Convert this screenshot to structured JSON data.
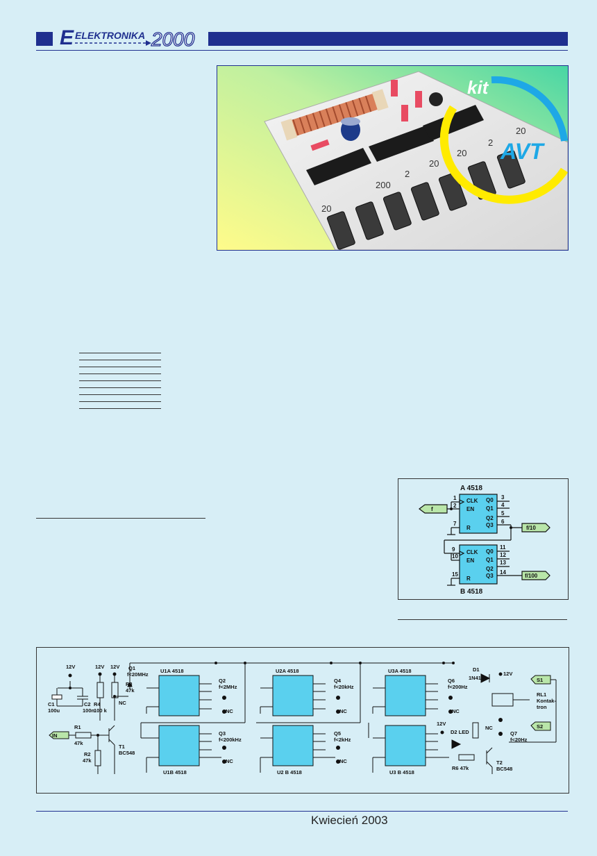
{
  "header": {
    "logo_text": "ELEKTRONIKA",
    "logo_year": "2000"
  },
  "photo": {
    "badge_kit": "kit",
    "badge_avt": "AVT",
    "board_labels": [
      "20",
      "200",
      "2",
      "20",
      "20",
      "2",
      "20"
    ]
  },
  "diagram_a": {
    "title": "A 4518",
    "title_b": "B 4518",
    "pins_left_a": [
      "1",
      "2",
      "7"
    ],
    "pins_right_a": [
      "3",
      "4",
      "5",
      "6"
    ],
    "pins_left_b": [
      "9",
      "10",
      "15"
    ],
    "pins_right_b": [
      "11",
      "12",
      "13",
      "14"
    ],
    "inner_labels": [
      "CLK",
      "EN",
      "R",
      "Q0",
      "Q1",
      "Q2",
      "Q3"
    ],
    "input_label": "f",
    "out1_label": "f/10",
    "out2_label": "f/100"
  },
  "schematic": {
    "supply": "12V",
    "components": {
      "c1": "C1",
      "c1v": "100u",
      "c2": "C2",
      "c2v": "100n",
      "r1": "R1",
      "r1v": "47k",
      "r2": "R2",
      "r2v": "47k",
      "r3": "R3",
      "r3v": "47k",
      "r4": "R4",
      "r4v": "100 k",
      "r6": "R6 47k",
      "t1": "T1",
      "t1v": "BC548",
      "t2": "T2",
      "t2v": "BC548",
      "d1": "D1",
      "d1v": "1N4148",
      "d2": "D2 LED",
      "rl1": "RL1",
      "rl1v1": "Kontak-",
      "rl1v2": "tron"
    },
    "chips": {
      "u1a": "U1A  4518",
      "u1b": "U1B  4518",
      "u2a": "U2A  4518",
      "u2b": "U2 B  4518",
      "u3a": "U3A  4518",
      "u3b": "U3 B  4518"
    },
    "switches": {
      "q1": "Q1",
      "q1f": "f<20MHz",
      "q2": "Q2",
      "q2f": "f<2MHz",
      "q3": "Q3",
      "q3f": "f<200kHz",
      "q4": "Q4",
      "q4f": "f<20kHz",
      "q5": "Q5",
      "q5f": "f<2kHz",
      "q6": "Q6",
      "q6f": "f<200Hz",
      "q7": "Q7",
      "q7f": "f<20Hz"
    },
    "nc": "NC",
    "in_label": "IN",
    "s1": "S1",
    "s2": "S2"
  },
  "footer": {
    "date": "Kwiecień 2003"
  }
}
